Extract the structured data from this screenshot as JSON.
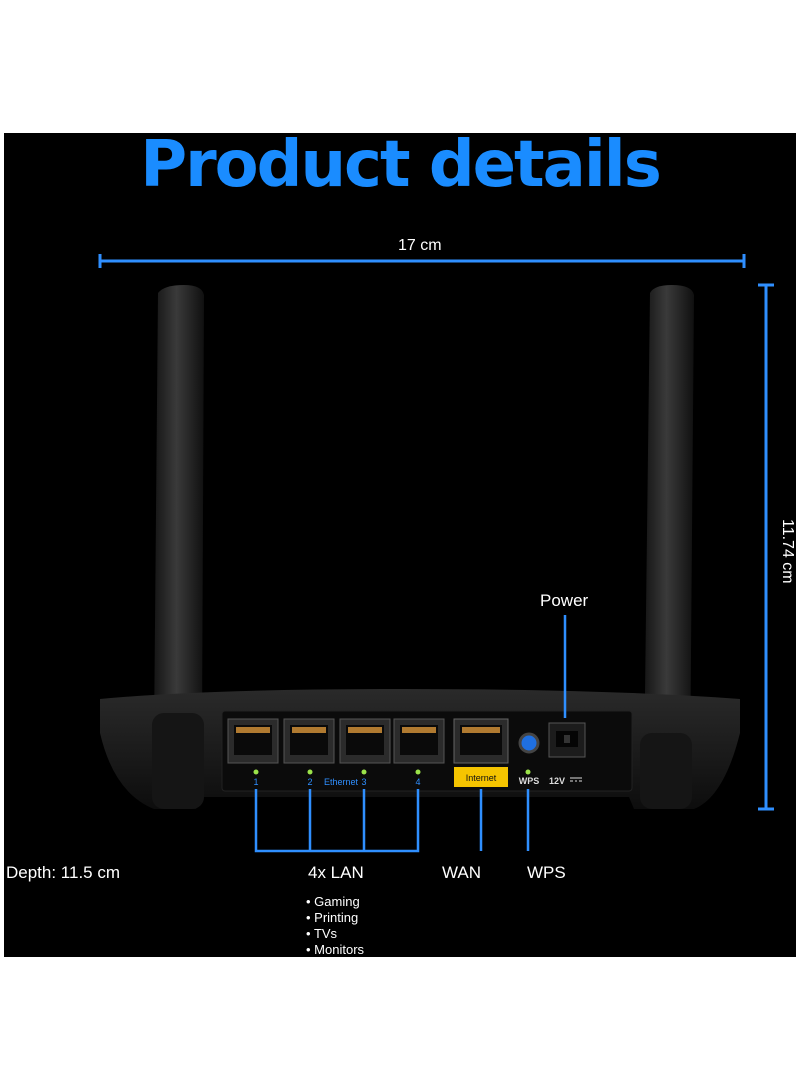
{
  "title": "Product details",
  "dimensions": {
    "width": "17 cm",
    "height": "11.74 cm",
    "depth": "Depth: 11.5 cm"
  },
  "callouts": {
    "power": "Power",
    "lan": "4x LAN",
    "wan": "WAN",
    "wps": "WPS"
  },
  "lan_uses": [
    "Gaming",
    "Printing",
    "TVs",
    "Monitors"
  ],
  "router_labels": {
    "ports": [
      "1",
      "2",
      "3",
      "4"
    ],
    "ethernet": "Ethernet",
    "internet": "Internet",
    "wps": "WPS",
    "power": "12V"
  },
  "colors": {
    "accent": "#1a8cff",
    "internet_tag": "#f5c400",
    "background": "#000000"
  }
}
